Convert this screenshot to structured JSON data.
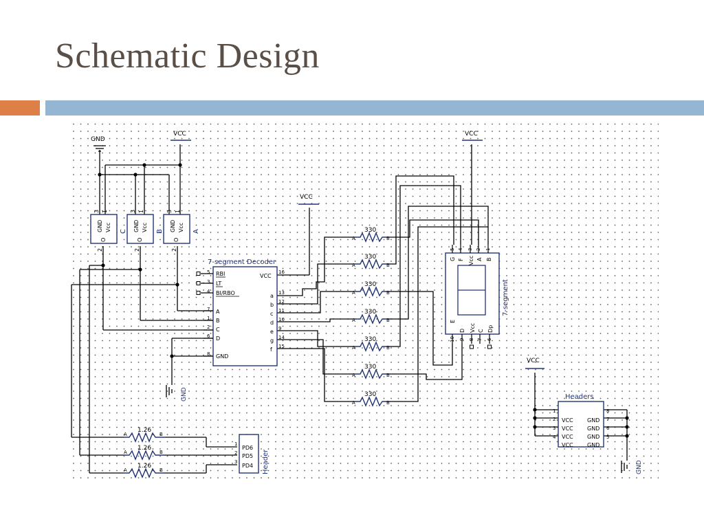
{
  "slide": {
    "title": "Schematic Design"
  },
  "schematic": {
    "power_labels": {
      "gnd": "GND",
      "vcc": "VCC"
    },
    "switches": [
      {
        "label": "C",
        "pin_gnd": "GND",
        "pin_vcc": "Vcc",
        "pin_out": "O",
        "p1": "1",
        "p2": "2",
        "p3": "3"
      },
      {
        "label": "B",
        "pin_gnd": "GND",
        "pin_vcc": "Vcc",
        "pin_out": "O",
        "p1": "1",
        "p2": "2",
        "p3": "3"
      },
      {
        "label": "A",
        "pin_gnd": "GND",
        "pin_vcc": "Vcc",
        "pin_out": "O",
        "p1": "1",
        "p2": "2",
        "p3": "3"
      }
    ],
    "decoder": {
      "title": "7-segment Decoder",
      "left_pins": [
        {
          "name": "RBI",
          "num": "5"
        },
        {
          "name": "LT",
          "num": "3"
        },
        {
          "name": "BI/RBO",
          "num": "4"
        },
        {
          "name": "A",
          "num": "7"
        },
        {
          "name": "B",
          "num": "1"
        },
        {
          "name": "C",
          "num": "2"
        },
        {
          "name": "D",
          "num": "6"
        },
        {
          "name": "GND",
          "num": "8"
        }
      ],
      "vcc": {
        "name": "VCC",
        "num": "16"
      },
      "right_pins": [
        {
          "name": "a",
          "num": "13"
        },
        {
          "name": "b",
          "num": "12"
        },
        {
          "name": "c",
          "num": "11"
        },
        {
          "name": "d",
          "num": "10"
        },
        {
          "name": "e",
          "num": "9"
        },
        {
          "name": "g",
          "num": "14"
        },
        {
          "name": "f",
          "num": "15"
        }
      ]
    },
    "segment_resistor": {
      "value": "330",
      "pin_a": "A",
      "pin_b": "B"
    },
    "display": {
      "label": "7-segment",
      "top_pins": [
        {
          "name": "G",
          "num": "5"
        },
        {
          "name": "F",
          "num": "4"
        },
        {
          "name": "Vcc",
          "num": "3"
        },
        {
          "name": "A",
          "num": "2"
        },
        {
          "name": "B",
          "num": "1"
        }
      ],
      "bottom_pins": [
        {
          "name": "E",
          "num": "10"
        },
        {
          "name": "D",
          "num": "9"
        },
        {
          "name": "Vcc",
          "num": "8"
        },
        {
          "name": "C",
          "num": "7"
        },
        {
          "name": "Dp",
          "num": "6"
        }
      ]
    },
    "input_resistor": {
      "value": "1.26",
      "pin_a": "A",
      "pin_b": "B"
    },
    "port_header": {
      "label": "Header",
      "pins": [
        {
          "name": "PD6",
          "num": "1"
        },
        {
          "name": "PD5",
          "num": "2"
        },
        {
          "name": "PD4",
          "num": "3"
        }
      ]
    },
    "headers": {
      "title": "Headers",
      "rows": [
        {
          "left_num": "1",
          "left": "VCC",
          "right": "GND",
          "right_num": "8"
        },
        {
          "left_num": "2",
          "left": "VCC",
          "right": "GND",
          "right_num": "7"
        },
        {
          "left_num": "3",
          "left": "VCC",
          "right": "GND",
          "right_num": "6"
        },
        {
          "left_num": "4",
          "left": "VCC",
          "right": "GND",
          "right_num": "5"
        }
      ]
    }
  }
}
